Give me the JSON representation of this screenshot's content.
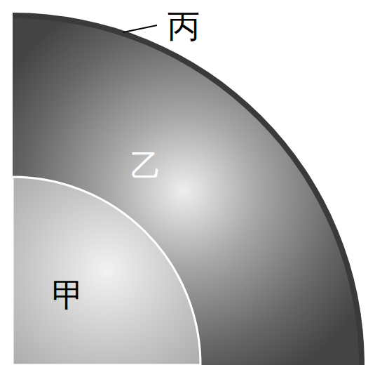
{
  "diagram": {
    "labels": [
      "丙",
      "乙",
      "甲"
    ]
  }
}
